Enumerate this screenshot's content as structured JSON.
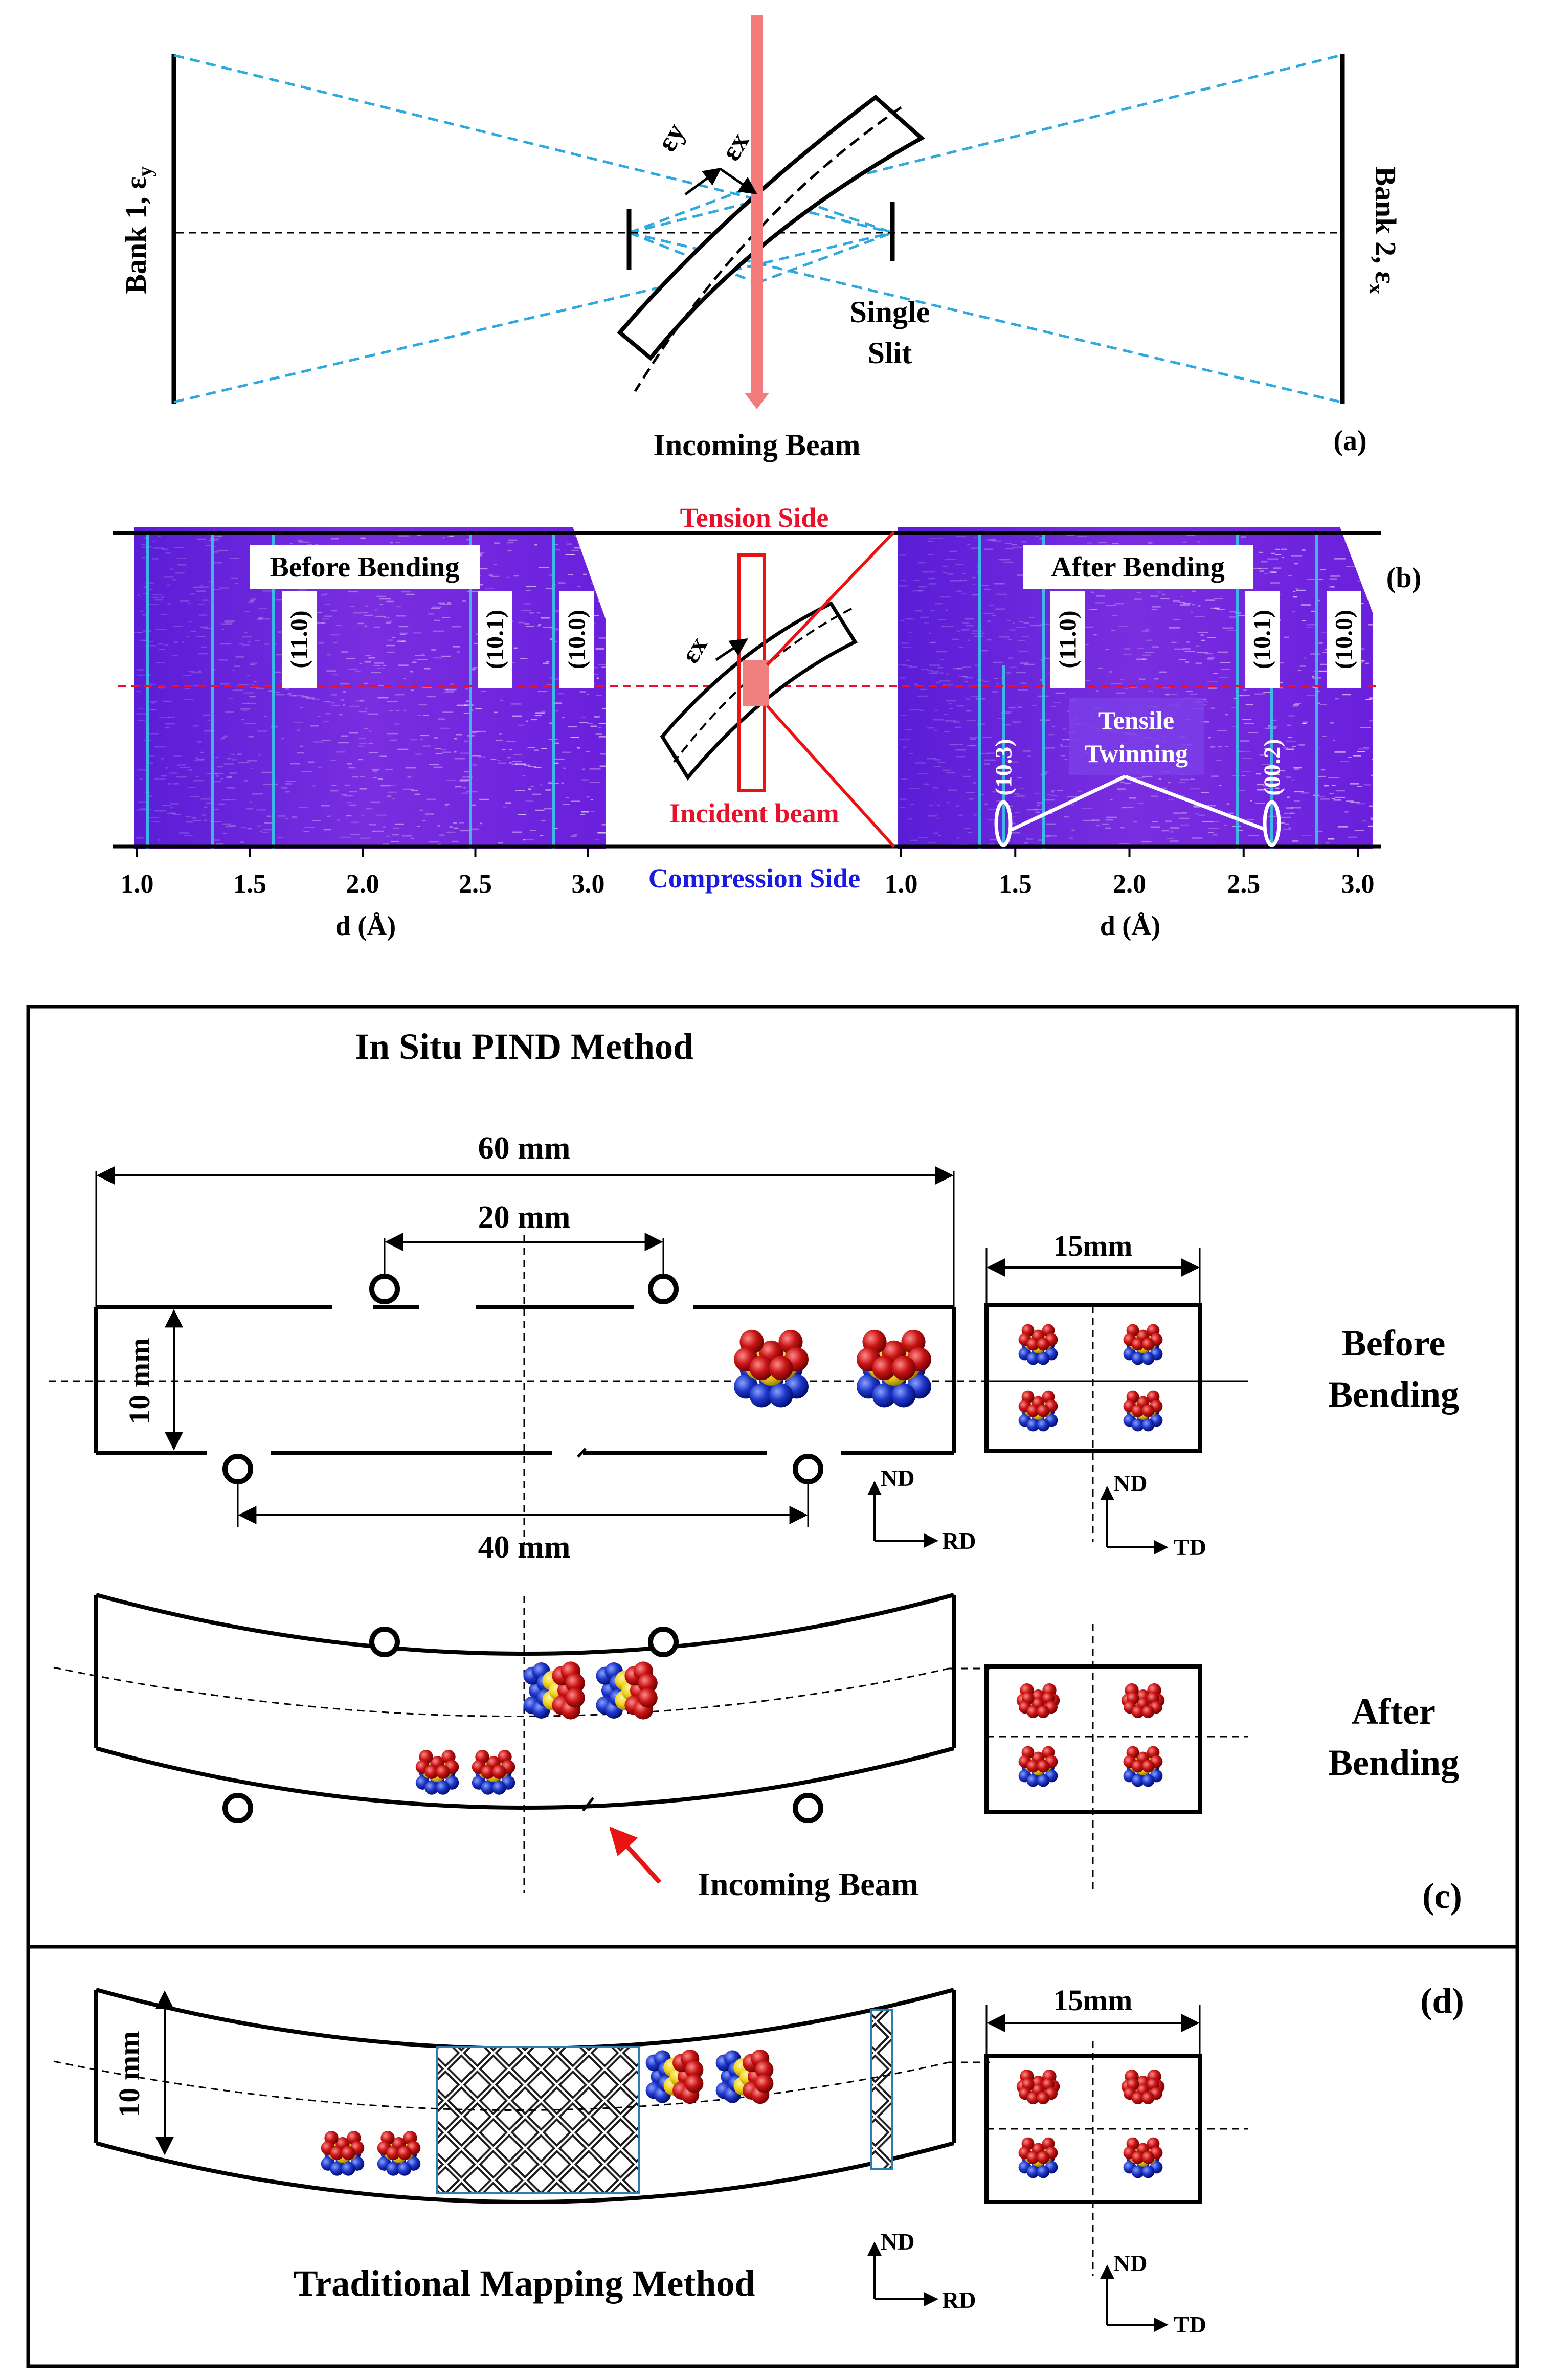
{
  "panel_a": {
    "bank1": "Bank 1, ε",
    "bank1_sub": "y",
    "bank2": "Bank 2, ε",
    "bank2_sub": "x",
    "eps_y": "εy",
    "eps_x": "εx",
    "slit_line1": "Single",
    "slit_line2": "Slit",
    "beam": "Incoming Beam",
    "tag": "(a)"
  },
  "panel_b": {
    "tension": "Tension Side",
    "compression": "Compression Side",
    "incident": "Incident beam",
    "eps_x": "εx",
    "before": "Before Bending",
    "after": "After Bending",
    "tensile": "Tensile",
    "twinning": "Twinning",
    "tag": "(b)",
    "peaks_left": [
      "(11.0)",
      "(10.1)",
      "(10.0)"
    ],
    "peaks_right": [
      "(11.0)",
      "(10.1)",
      "(10.0)"
    ],
    "twin_peaks": [
      "(10.3)",
      "(00.2)"
    ],
    "ticks_left": [
      "1.0",
      "1.5",
      "2.0",
      "2.5",
      "3.0"
    ],
    "ticks_right": [
      "1.0",
      "1.5",
      "2.0",
      "2.5",
      "3.0"
    ],
    "xlabel": "d (Å)",
    "colors": {
      "spectrum": "#6a1fd8",
      "peak": "#39c6e8",
      "tension": "#e8102a",
      "compression": "#1a1ae0"
    }
  },
  "panel_c": {
    "title": "In Situ PIND Method",
    "dim_60": "60 mm",
    "dim_20": "20 mm",
    "dim_40": "40 mm",
    "dim_10": "10 mm",
    "dim_15": "15mm",
    "nd1": "ND",
    "rd1": "RD",
    "nd2": "ND",
    "td1": "TD",
    "before_1": "Before",
    "before_2": "Bending",
    "after_1": "After",
    "after_2": "Bending",
    "incoming": "Incoming Beam",
    "tag": "(c)"
  },
  "panel_d": {
    "dim_10": "10 mm",
    "dim_15": "15mm",
    "title": "Traditional Mapping Method",
    "nd1": "ND",
    "rd1": "RD",
    "nd2": "ND",
    "td1": "TD",
    "tag": "(d)"
  },
  "colors": {
    "beam": "#f47b7b",
    "dashed_blue": "#2fa8e0",
    "atom_red": "#c81414",
    "atom_yellow": "#f0d21e",
    "atom_blue": "#1e37c8",
    "grid": "#2a7fb0"
  }
}
